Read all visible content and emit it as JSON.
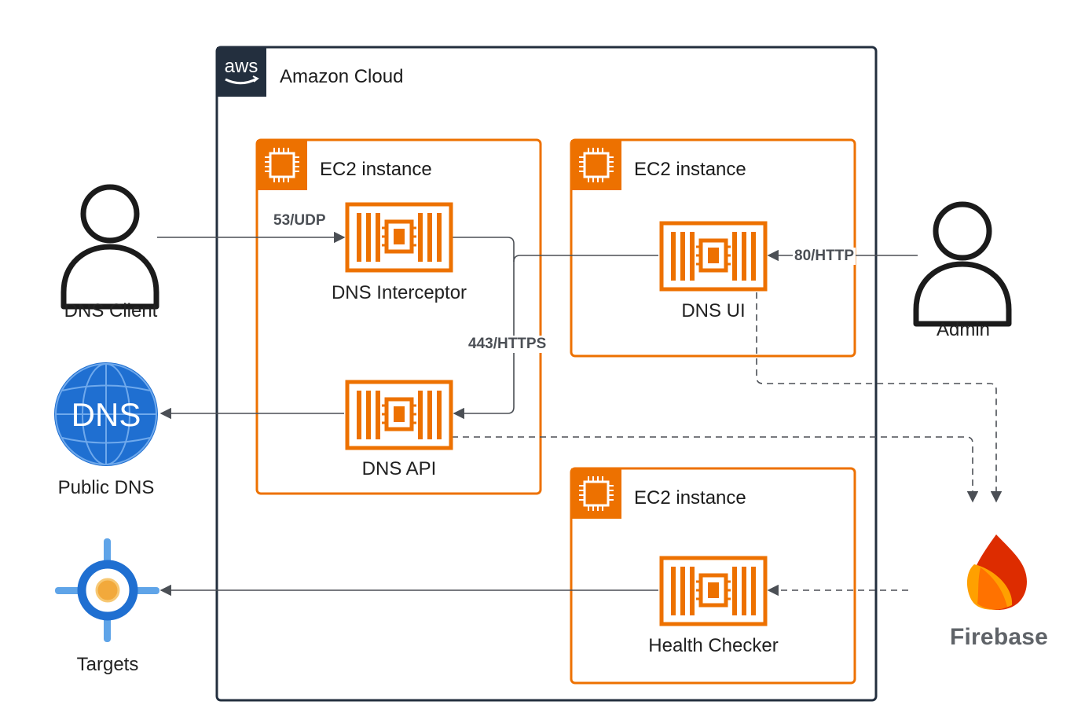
{
  "cloud": {
    "title": "Amazon Cloud",
    "logo_text": "aws",
    "border_color": "#232f3e"
  },
  "ec2_groups": [
    {
      "title": "EC2 instance"
    },
    {
      "title": "EC2 instance"
    },
    {
      "title": "EC2 instance"
    }
  ],
  "instances": {
    "interceptor": "DNS Interceptor",
    "api": "DNS API",
    "ui": "DNS UI",
    "health": "Health Checker"
  },
  "actors": {
    "client": "DNS Client",
    "admin": "Admin",
    "public_dns": "Public DNS",
    "public_dns_icon_text": "DNS",
    "targets": "Targets",
    "firebase": "Firebase"
  },
  "edges": {
    "udp": "53/UDP",
    "https": "443/HTTPS",
    "http": "80/HTTP"
  },
  "colors": {
    "aws_orange": "#ed7100",
    "line": "#4b4f55",
    "dns_blue": "#1f6fd1",
    "target_blue": "#5fa4e8"
  }
}
